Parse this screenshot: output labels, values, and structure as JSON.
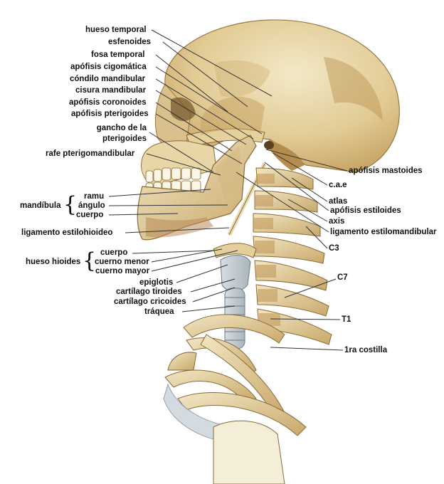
{
  "labels": {
    "hueso_temporal": "hueso temporal",
    "esfenoides": "esfenoides",
    "fosa_temporal": "fosa temporal",
    "apofisis_cigomatica": "apófisis cigomática",
    "condilo_mandibular": "cóndilo mandibular",
    "cisura_mandibular": "cisura mandibular",
    "apofisis_coronoides": "apófisis coronoides",
    "apofisis_pterigoides": "apófisis pterigoides",
    "gancho_1": "gancho de la",
    "gancho_2": "pterigoides",
    "rafe": "rafe pterigomandibular",
    "mandibula": "mandíbula",
    "ramu": "ramu",
    "angulo": "ángulo",
    "cuerpo_mand": "cuerpo",
    "lig_estilohioideo": "ligamento estilohioideo",
    "hueso_hioides": "hueso hioides",
    "cuerpo_hioides": "cuerpo",
    "cuerno_menor": "cuerno menor",
    "cuerno_mayor": "cuerno mayor",
    "epiglotis": "epiglotis",
    "cartilago_tiroides": "cartílago tiroides",
    "cartilago_cricoides": "cartílago cricoides",
    "traquea": "tráquea",
    "apofisis_mastoides": "apófisis mastoides",
    "cae": "c.a.e",
    "atlas": "atlas",
    "apofisis_estiloides": "apófisis estiloides",
    "axis": "axis",
    "lig_estilomandibular": "ligamento estilomandibular",
    "c3": "C3",
    "c7": "C7",
    "t1": "T1",
    "costilla": "1ra costilla"
  },
  "colors": {
    "bone_light": "#efe3c0",
    "bone_mid": "#d9c08c",
    "bone_dark": "#b08a4c",
    "shadow": "#8a6a36",
    "trachea": "#c9d2d8",
    "line": "#333333"
  }
}
